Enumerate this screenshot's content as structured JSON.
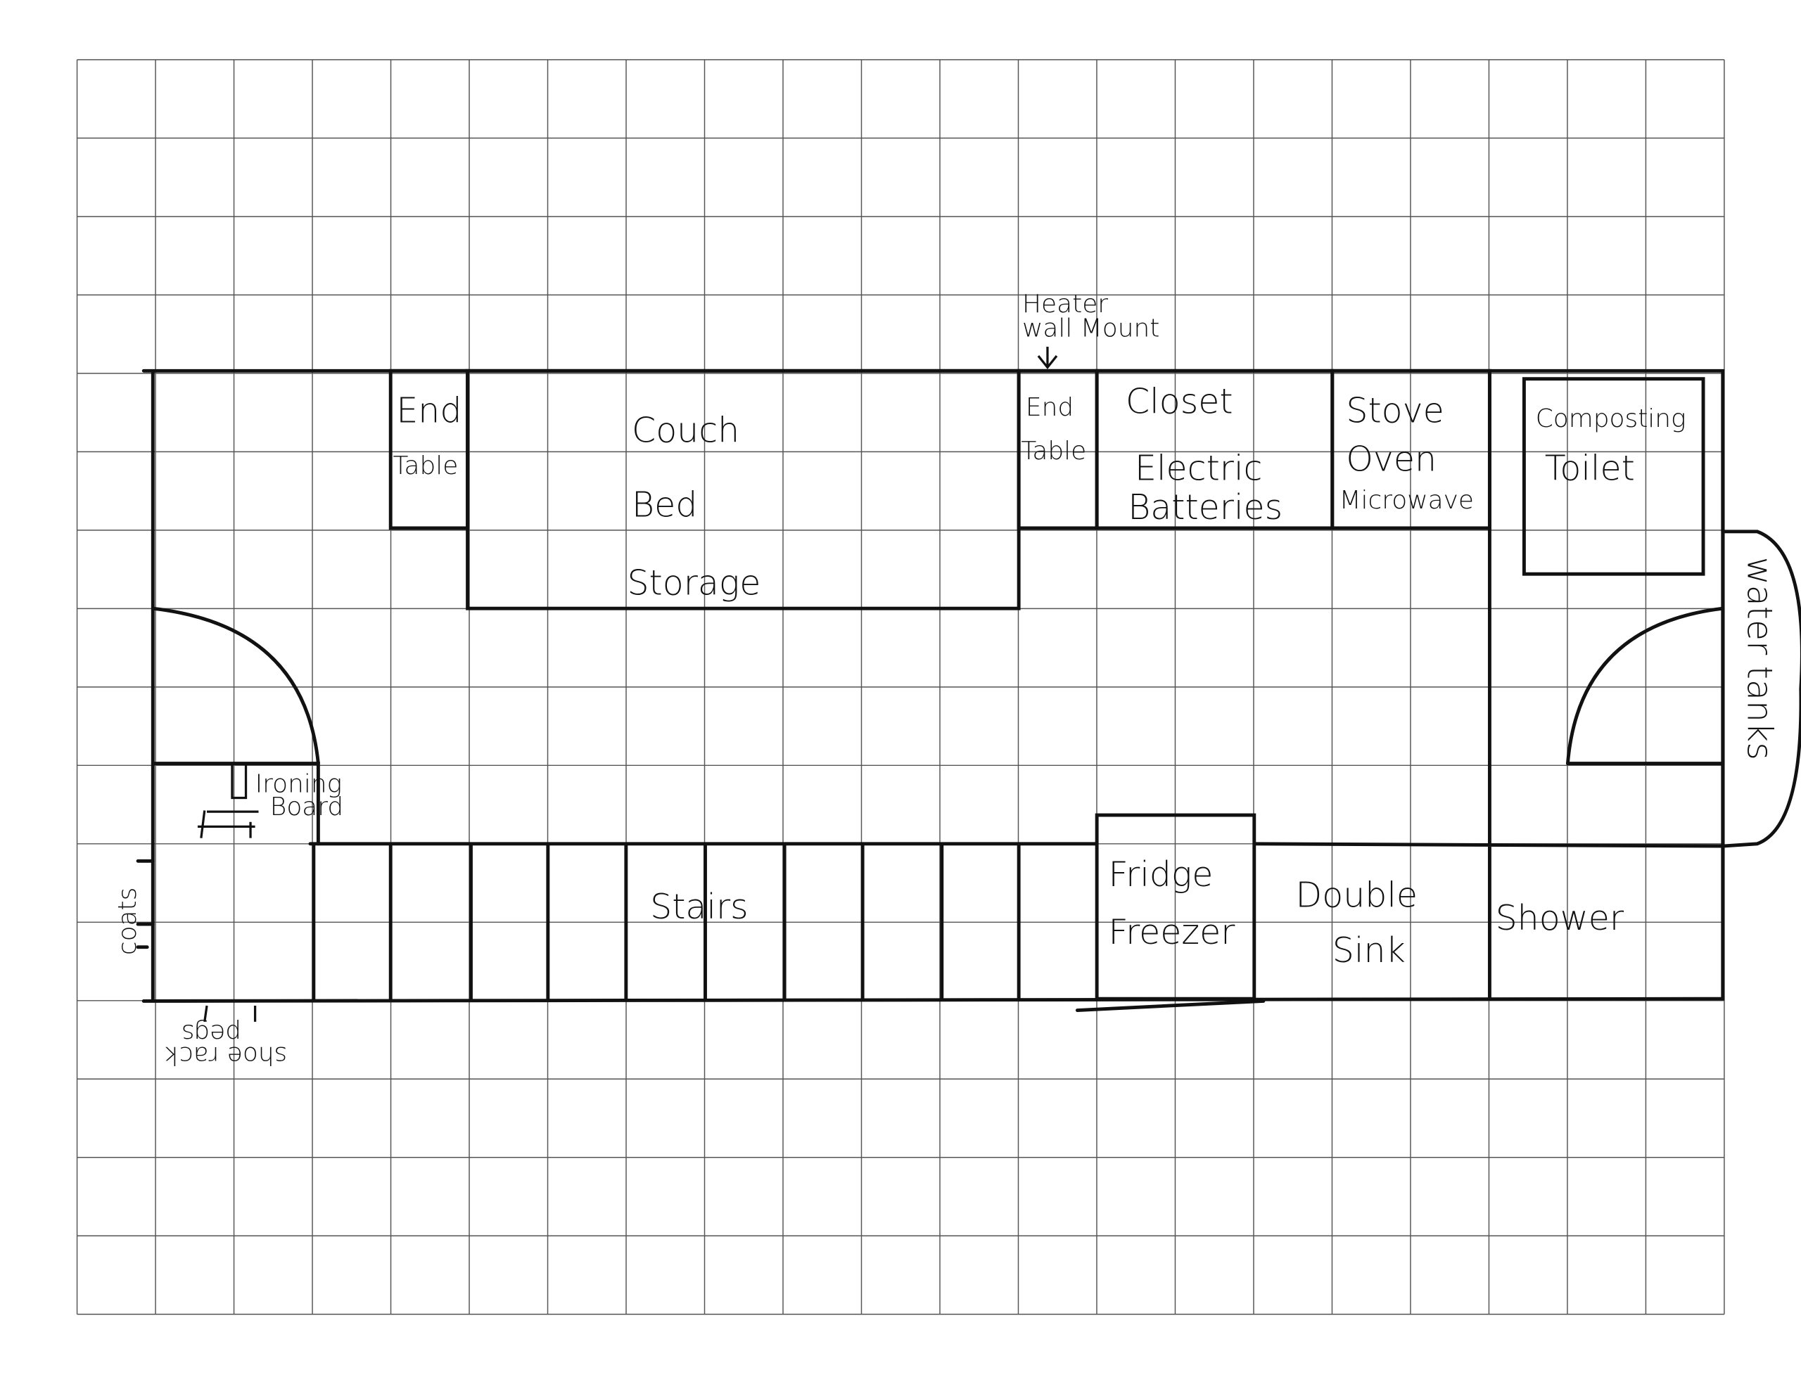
{
  "title": "Tiny house floor plan sketch",
  "labels": {
    "end_table_left": [
      "End",
      "Table"
    ],
    "couch": [
      "Couch",
      "Bed",
      "Storage"
    ],
    "heater": [
      "Heater",
      "wall Mount"
    ],
    "end_table_right": [
      "End",
      "Table"
    ],
    "closet": [
      "Closet",
      "Electric",
      "Batteries"
    ],
    "stove": [
      "Stove",
      "Oven",
      "Microwave"
    ],
    "toilet": [
      "Composting",
      "Toilet"
    ],
    "water_tanks": "water tanks",
    "ironing_board": [
      "Ironing",
      "Board"
    ],
    "coats": "coats",
    "shoe_rack": [
      "shoe rack",
      "pegs"
    ],
    "stairs": "Stairs",
    "fridge": [
      "Fridge",
      "Freezer"
    ],
    "sink": [
      "Double",
      "Sink"
    ],
    "shower": "Shower"
  },
  "colors": {
    "ink": "#111111",
    "grid": "#555555",
    "paper": "#ffffff"
  }
}
